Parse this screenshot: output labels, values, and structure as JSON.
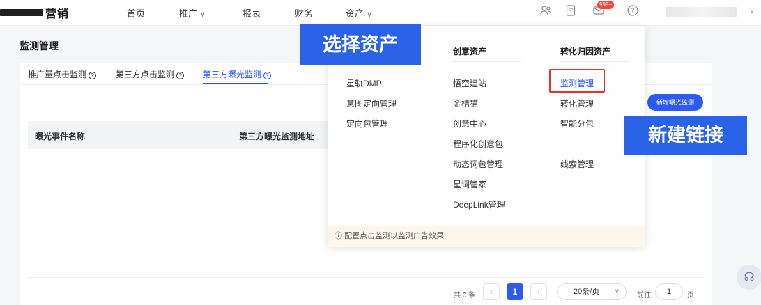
{
  "topbar": {
    "brand": "营销",
    "nav": [
      {
        "label": "首页",
        "dropdown": false
      },
      {
        "label": "推广",
        "dropdown": true
      },
      {
        "label": "报表",
        "dropdown": false
      },
      {
        "label": "财务",
        "dropdown": false
      },
      {
        "label": "资产",
        "dropdown": true
      }
    ],
    "badge": "999+",
    "icons": [
      "users-icon",
      "document-icon",
      "mail-icon",
      "help-icon"
    ]
  },
  "page": {
    "title": "监测管理"
  },
  "tabs": [
    {
      "label": "推广量点击监测",
      "active": false
    },
    {
      "label": "第三方点击监测",
      "active": false
    },
    {
      "label": "第三方曝光监测",
      "active": true
    }
  ],
  "buttons": {
    "new_monitor": "新增曝光监测"
  },
  "table": {
    "columns": [
      "曝光事件名称",
      "第三方曝光监测地址"
    ]
  },
  "pagination": {
    "total": "共 0 条",
    "current_page": "1",
    "page_size": "20条/页",
    "goto_label": "前往",
    "goto_value": "1",
    "page_suffix": "页"
  },
  "dropdown": {
    "col2_title": "创意资产",
    "col3_title": "转化归因资产",
    "col1": [
      "星轨DMP",
      "意图定向管理",
      "定向包管理"
    ],
    "col2": [
      "悟空建站",
      "金桔猫",
      "创意中心",
      "程序化创意包",
      "动态词包管理",
      "星词管家",
      "DeepLink管理"
    ],
    "col3": [
      "监测管理",
      "转化管理",
      "智能分包",
      "线索管理"
    ],
    "footer": "配置点击监测以监测广告效果"
  },
  "annotations": {
    "select_asset": "选择资产",
    "new_link": "新建链接"
  },
  "colors": {
    "primary": "#2d5bf0",
    "annotation": "#2b63e8",
    "highlight_border": "#e7312c"
  }
}
